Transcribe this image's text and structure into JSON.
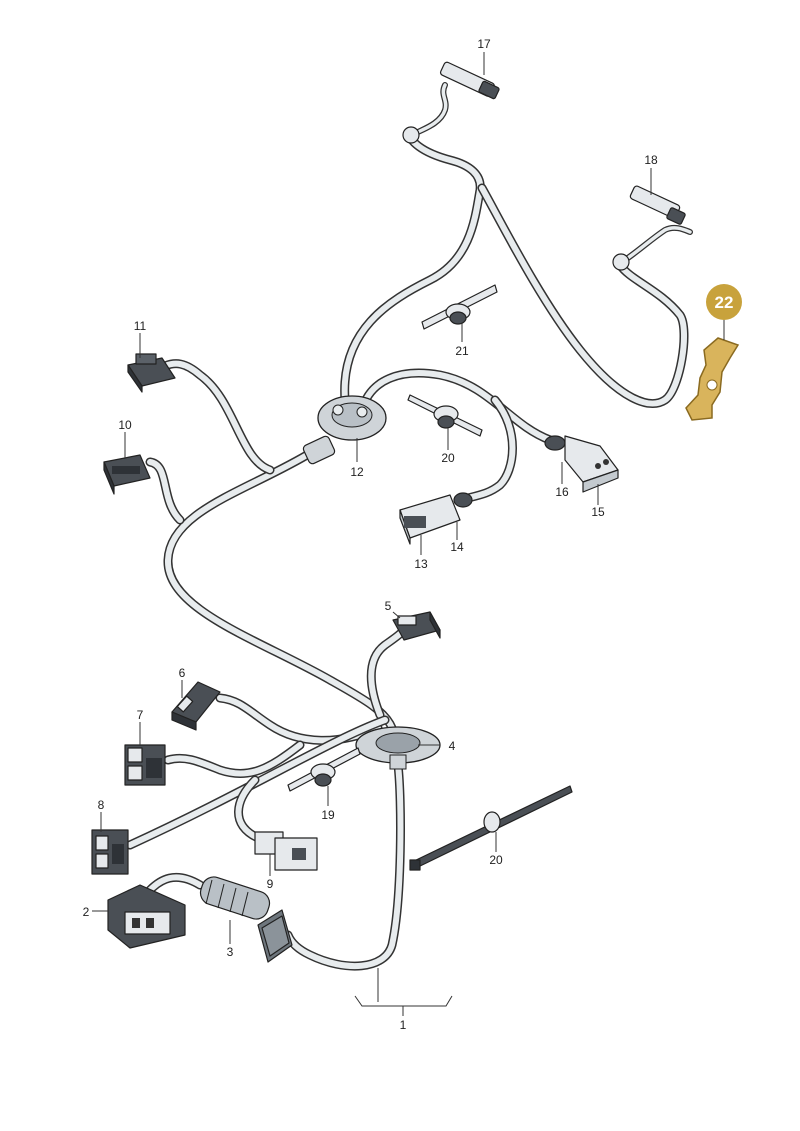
{
  "diagram": {
    "callouts": [
      "1",
      "2",
      "3",
      "4",
      "5",
      "6",
      "7",
      "8",
      "9",
      "10",
      "11",
      "12",
      "13",
      "14",
      "15",
      "16",
      "17",
      "18",
      "19",
      "20",
      "20",
      "21"
    ],
    "highlight_badge": {
      "label": "22",
      "color": "#c8a23c"
    }
  },
  "colors": {
    "wire_fill": "#e8ecee",
    "outline": "#333333",
    "connector_dark": "#4a4f55",
    "connector_light": "#e6e9ec",
    "highlight_part": "#d9b45c"
  }
}
